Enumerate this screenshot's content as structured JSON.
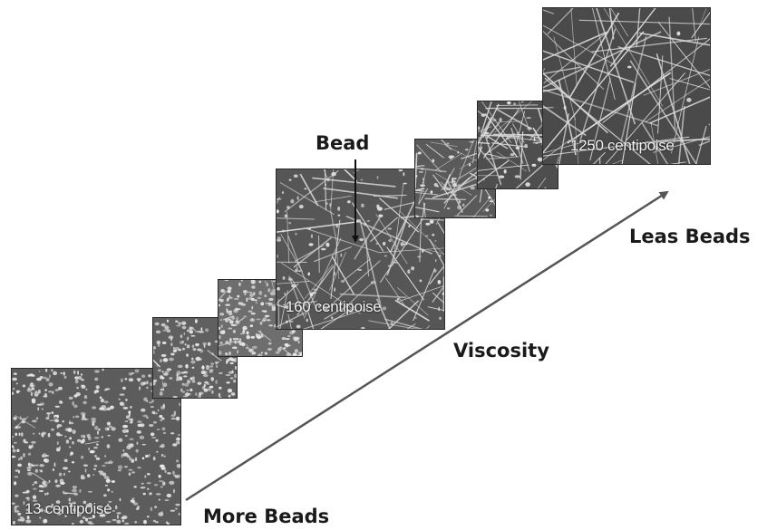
{
  "panels": [
    {
      "label": "13 centipoise"
    },
    {
      "label": ""
    },
    {
      "label": ""
    },
    {
      "label": "160 centipoise"
    },
    {
      "label": ""
    },
    {
      "label": ""
    },
    {
      "label": "1250 centipoise"
    }
  ],
  "annotations": {
    "bead": "Bead",
    "viscosity": "Viscosity",
    "more_beads": "More Beads",
    "less_beads": "Leas Beads"
  },
  "colors": {
    "panel_bg": "#5a5a5a",
    "bead": "#e6e6e6",
    "fiber": "#dcdcdc",
    "text": "#1a1a1a",
    "arrow": "#555555"
  }
}
